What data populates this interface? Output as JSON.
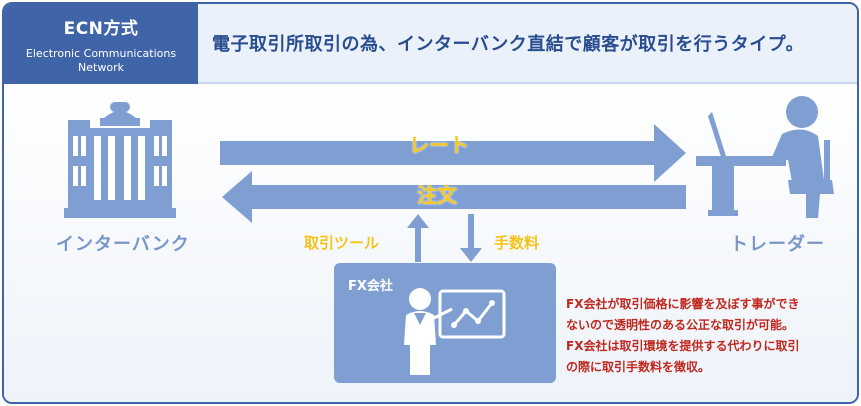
{
  "header": {
    "title": "ECN方式",
    "subtitle_line1": "Electronic Communications",
    "subtitle_line2": "Network",
    "description": "電子取引所取引の為、インターバンク直結で顧客が取引を行うタイプ。"
  },
  "diagram": {
    "left_label": "インターバンク",
    "right_label": "トレーダー",
    "top_arrow_label": "レート",
    "bottom_arrow_label": "注文",
    "up_arrow_label": "取引ツール",
    "down_arrow_label": "手数料",
    "fx_box_title": "FX会社",
    "note_lines": [
      "FX会社が取引価格に影響を及ぼす事ができ",
      "ないので透明性のある公正な取引が可能。",
      "FX会社は取引環境を提供する代わりに取引",
      "の際に取引手数料を徴収。"
    ]
  },
  "colors": {
    "brand_blue": "#3f64a8",
    "icon_blue": "#7f9fd3",
    "accent_yellow": "#f3c21b",
    "note_red": "#c0281e"
  },
  "icons": [
    "bank-building-icon",
    "trader-at-desk-icon",
    "presenter-chart-icon"
  ]
}
